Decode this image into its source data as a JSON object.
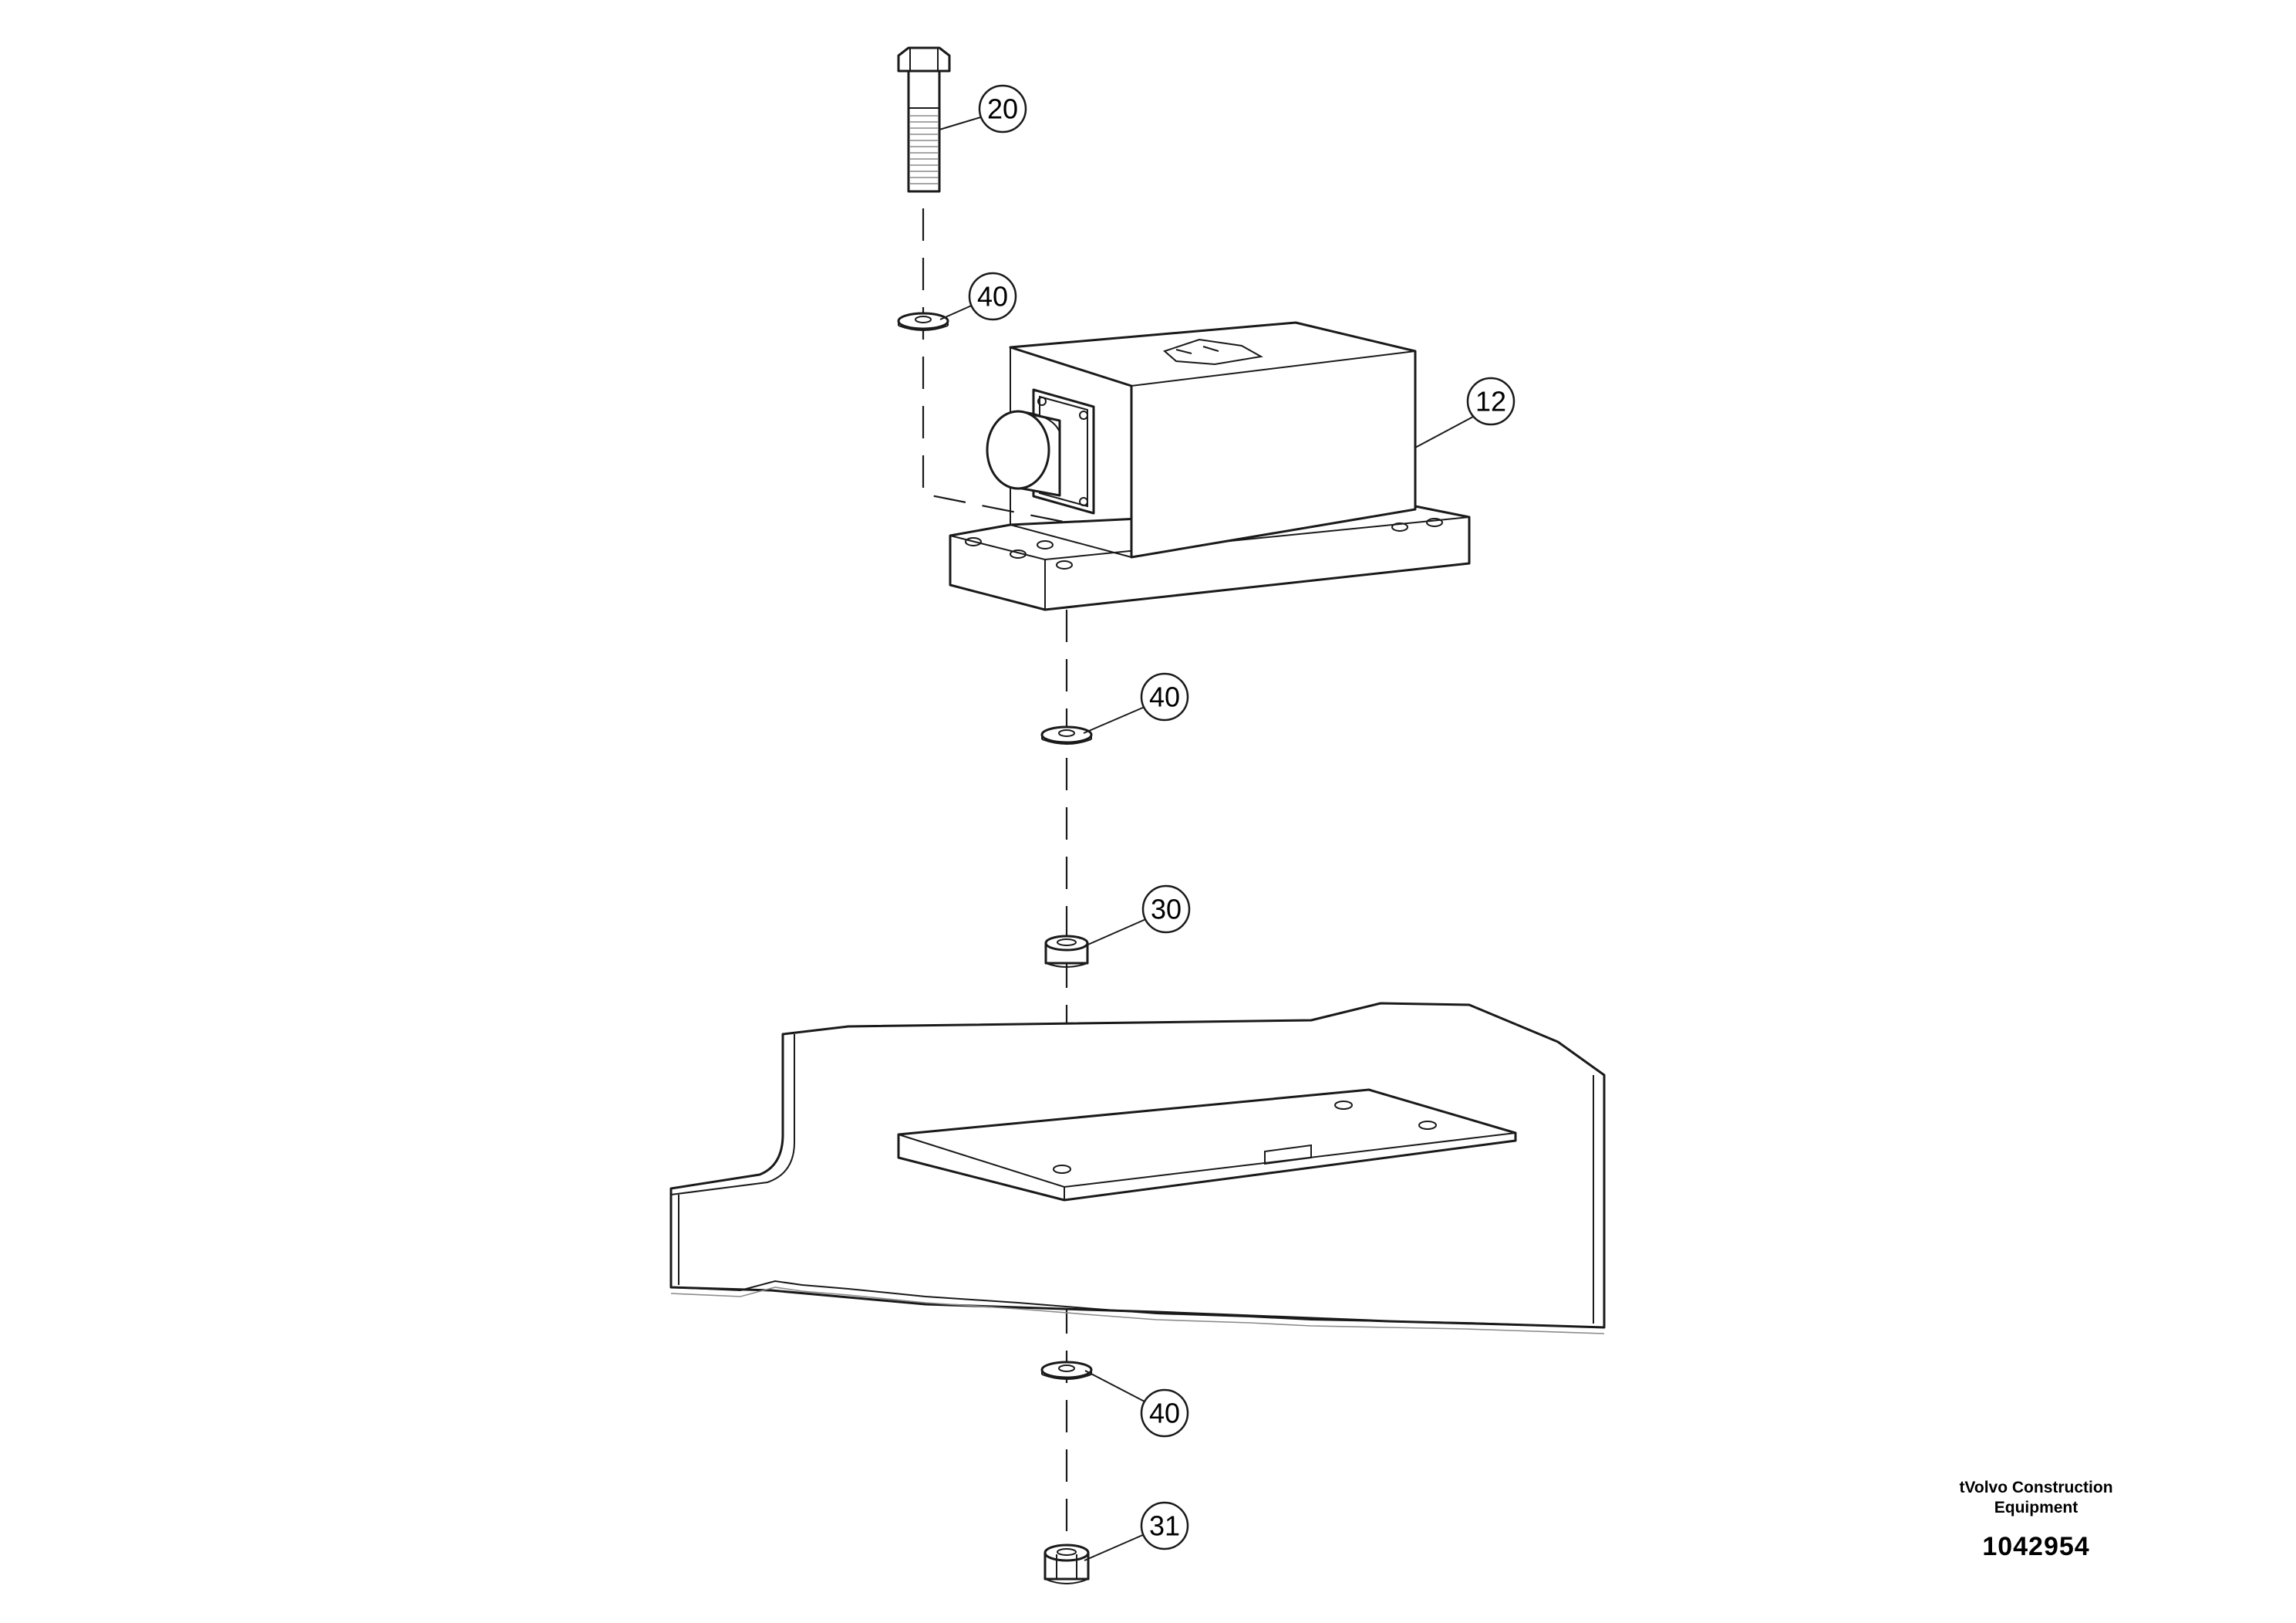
{
  "diagram": {
    "callouts": [
      {
        "id": "callout-20",
        "label": "20"
      },
      {
        "id": "callout-40-top",
        "label": "40"
      },
      {
        "id": "callout-12",
        "label": "12"
      },
      {
        "id": "callout-40-mid",
        "label": "40"
      },
      {
        "id": "callout-30",
        "label": "30"
      },
      {
        "id": "callout-40-bottom",
        "label": "40"
      },
      {
        "id": "callout-31",
        "label": "31"
      }
    ]
  },
  "title_block": {
    "company_line1": "tVolvo Construction",
    "company_line2": "Equipment",
    "drawing_number": "1042954"
  }
}
